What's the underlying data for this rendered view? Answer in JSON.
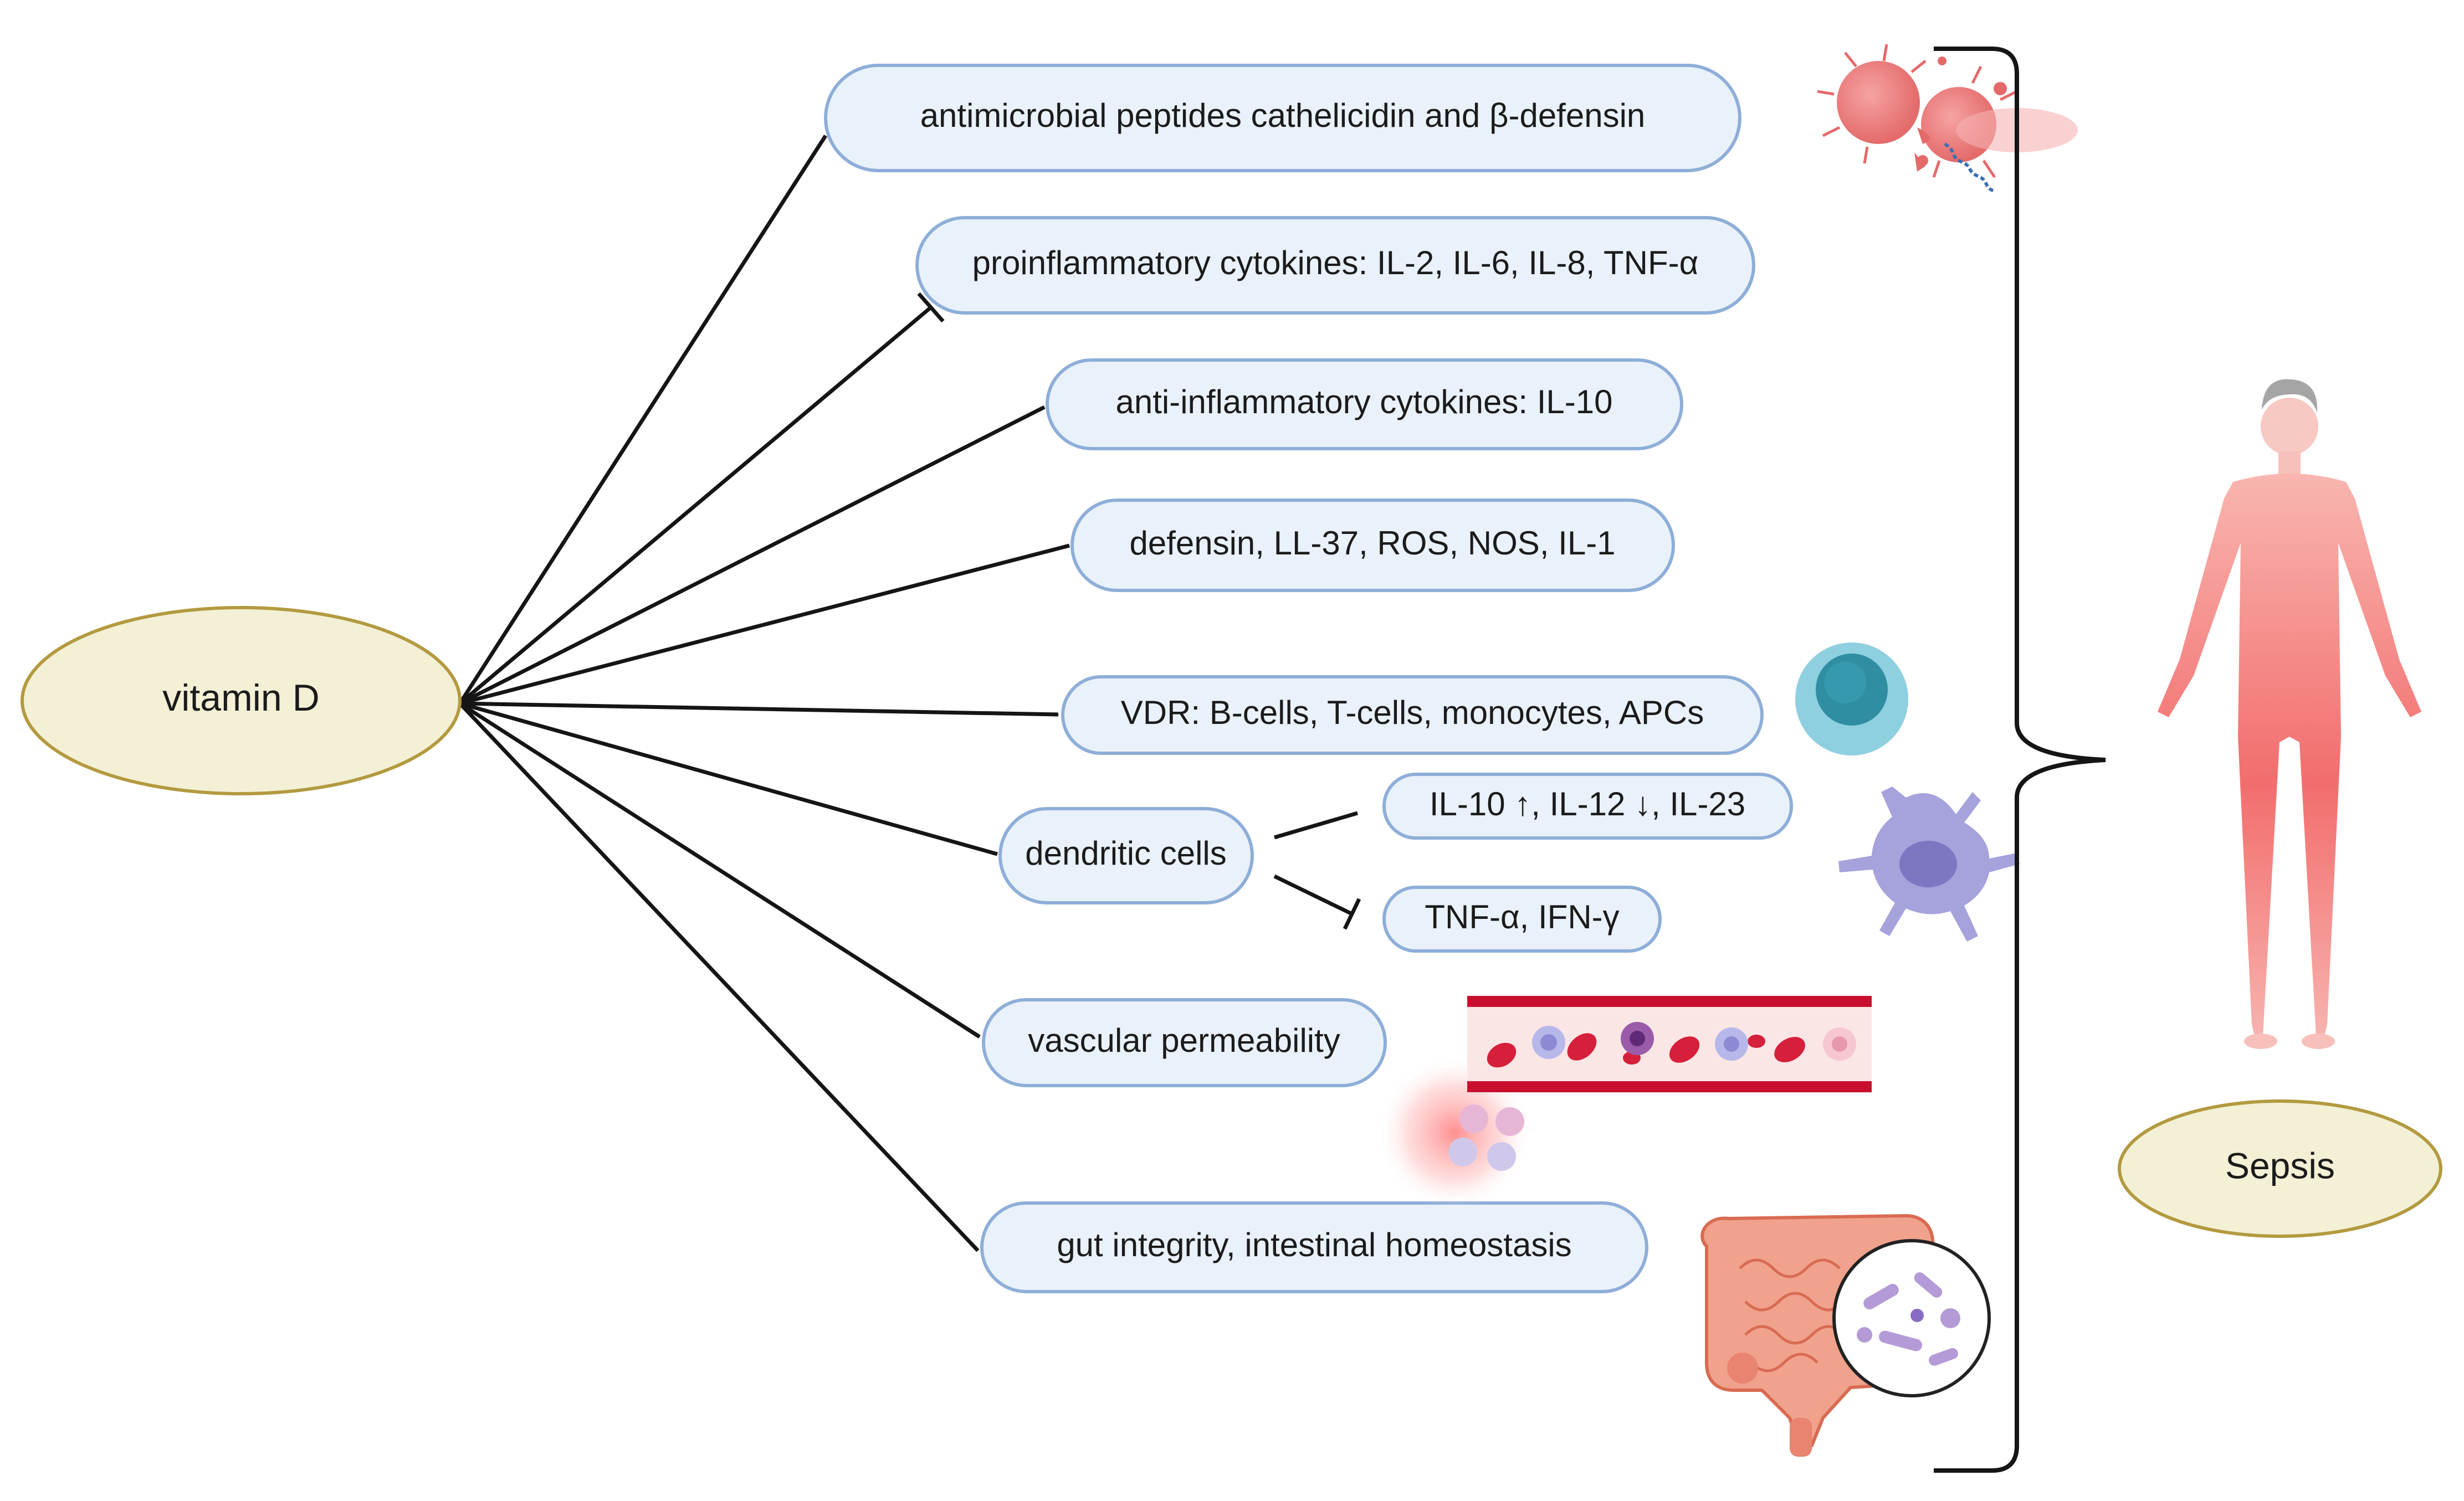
{
  "diagram": {
    "source": {
      "label": "vitamin D"
    },
    "target": {
      "label": "Sepsis"
    },
    "effects": [
      {
        "id": "antimicrobial",
        "label": "antimicrobial peptides cathelicidin and β-defensin",
        "relation": "activates"
      },
      {
        "id": "proinflammatory",
        "label": "proinflammatory cytokines: IL-2, IL-6, IL-8, TNF-α",
        "relation": "inhibits"
      },
      {
        "id": "anti-inflammatory",
        "label": "anti-inflammatory cytokines: IL-10",
        "relation": "activates"
      },
      {
        "id": "defensin",
        "label": "defensin, LL-37, ROS, NOS, IL-1",
        "relation": "activates"
      },
      {
        "id": "vdr",
        "label": "VDR: B-cells, T-cells, monocytes, APCs",
        "relation": "activates"
      },
      {
        "id": "dendritic",
        "label": "dendritic cells",
        "relation": "activates"
      },
      {
        "id": "vascular",
        "label": "vascular permeability",
        "relation": "activates"
      },
      {
        "id": "gut",
        "label": "gut integrity, intestinal homeostasis",
        "relation": "activates"
      }
    ],
    "dendritic_outputs": [
      {
        "id": "il-outputs",
        "label": "IL-10 ↑, IL-12 ↓, IL-23",
        "relation": "activates"
      },
      {
        "id": "tnf-ifn",
        "label": "TNF-α, IFN-γ",
        "relation": "inhibits"
      }
    ],
    "icons": [
      "bacteria-icon",
      "immune-cell-icon",
      "dendritic-cell-icon",
      "blood-vessel-icon",
      "intestine-microbiome-icon",
      "human-body-icon"
    ],
    "colors": {
      "ellipse_fill": "#f3f0d6",
      "ellipse_stroke": "#b39a3f",
      "box_fill": "#e9f1fa",
      "box_stroke": "#8eaed8",
      "line": "#151515",
      "body": "#f27a7a",
      "blood": "#c8102e"
    }
  }
}
